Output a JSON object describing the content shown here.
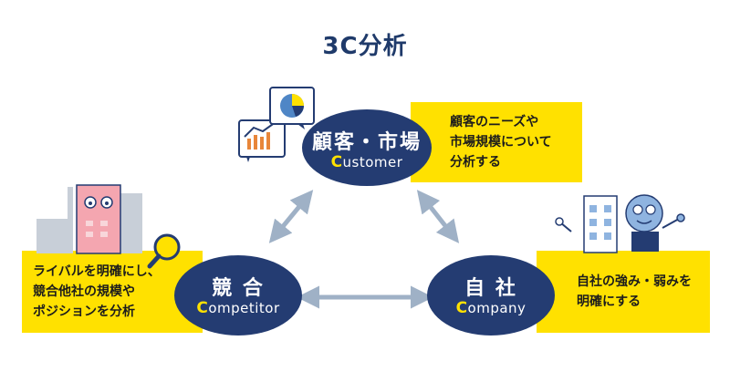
{
  "title": "3C分析",
  "nodes": {
    "customer": {
      "jp": "顧客・市場",
      "en_initial": "C",
      "en_rest": "ustomer",
      "desc": [
        "顧客のニーズや",
        "市場規模について",
        "分析する"
      ]
    },
    "competitor": {
      "jp": "競 合",
      "en_initial": "C",
      "en_rest": "ompetitor",
      "desc": [
        "ライバルを明確にし、",
        "競合他社の規模や",
        "ポジションを分析"
      ]
    },
    "company": {
      "jp": "自 社",
      "en_initial": "C",
      "en_rest": "ompany",
      "desc": [
        "自社の強み・弱みを",
        "明確にする"
      ]
    }
  },
  "colors": {
    "navy": "#243c72",
    "yellow": "#ffe100",
    "arrow": "#9fb1c6"
  }
}
